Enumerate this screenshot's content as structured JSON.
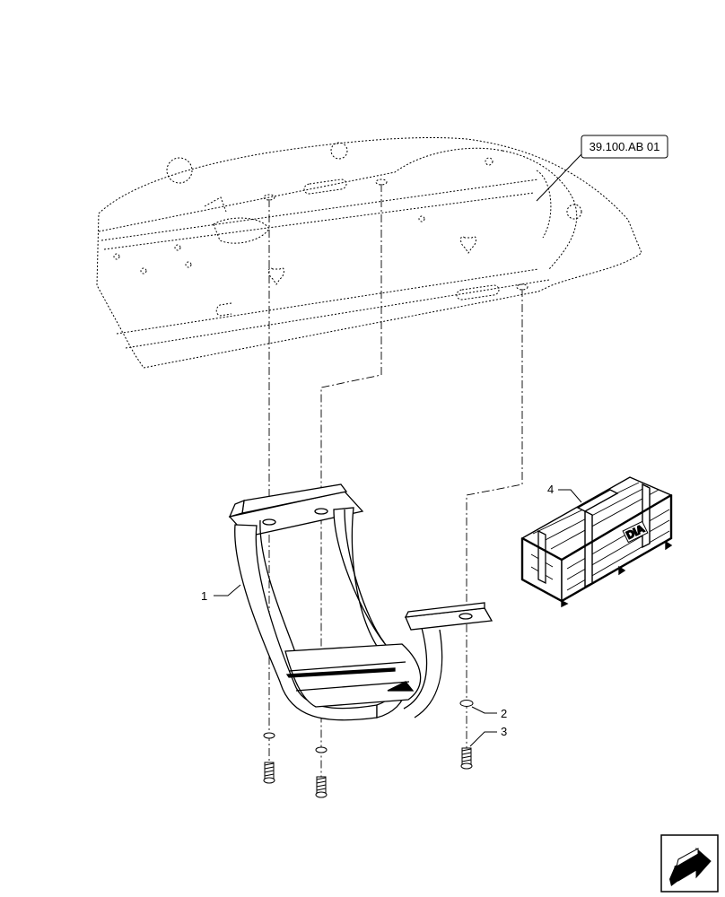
{
  "reference": {
    "label": "39.100.AB 01"
  },
  "callouts": [
    {
      "id": "1",
      "label": "1"
    },
    {
      "id": "2",
      "label": "2"
    },
    {
      "id": "3",
      "label": "3"
    },
    {
      "id": "4",
      "label": "4"
    }
  ],
  "crate": {
    "logo_text": "DIA"
  },
  "navigation": {
    "icon": "next-page-arrow-icon"
  }
}
